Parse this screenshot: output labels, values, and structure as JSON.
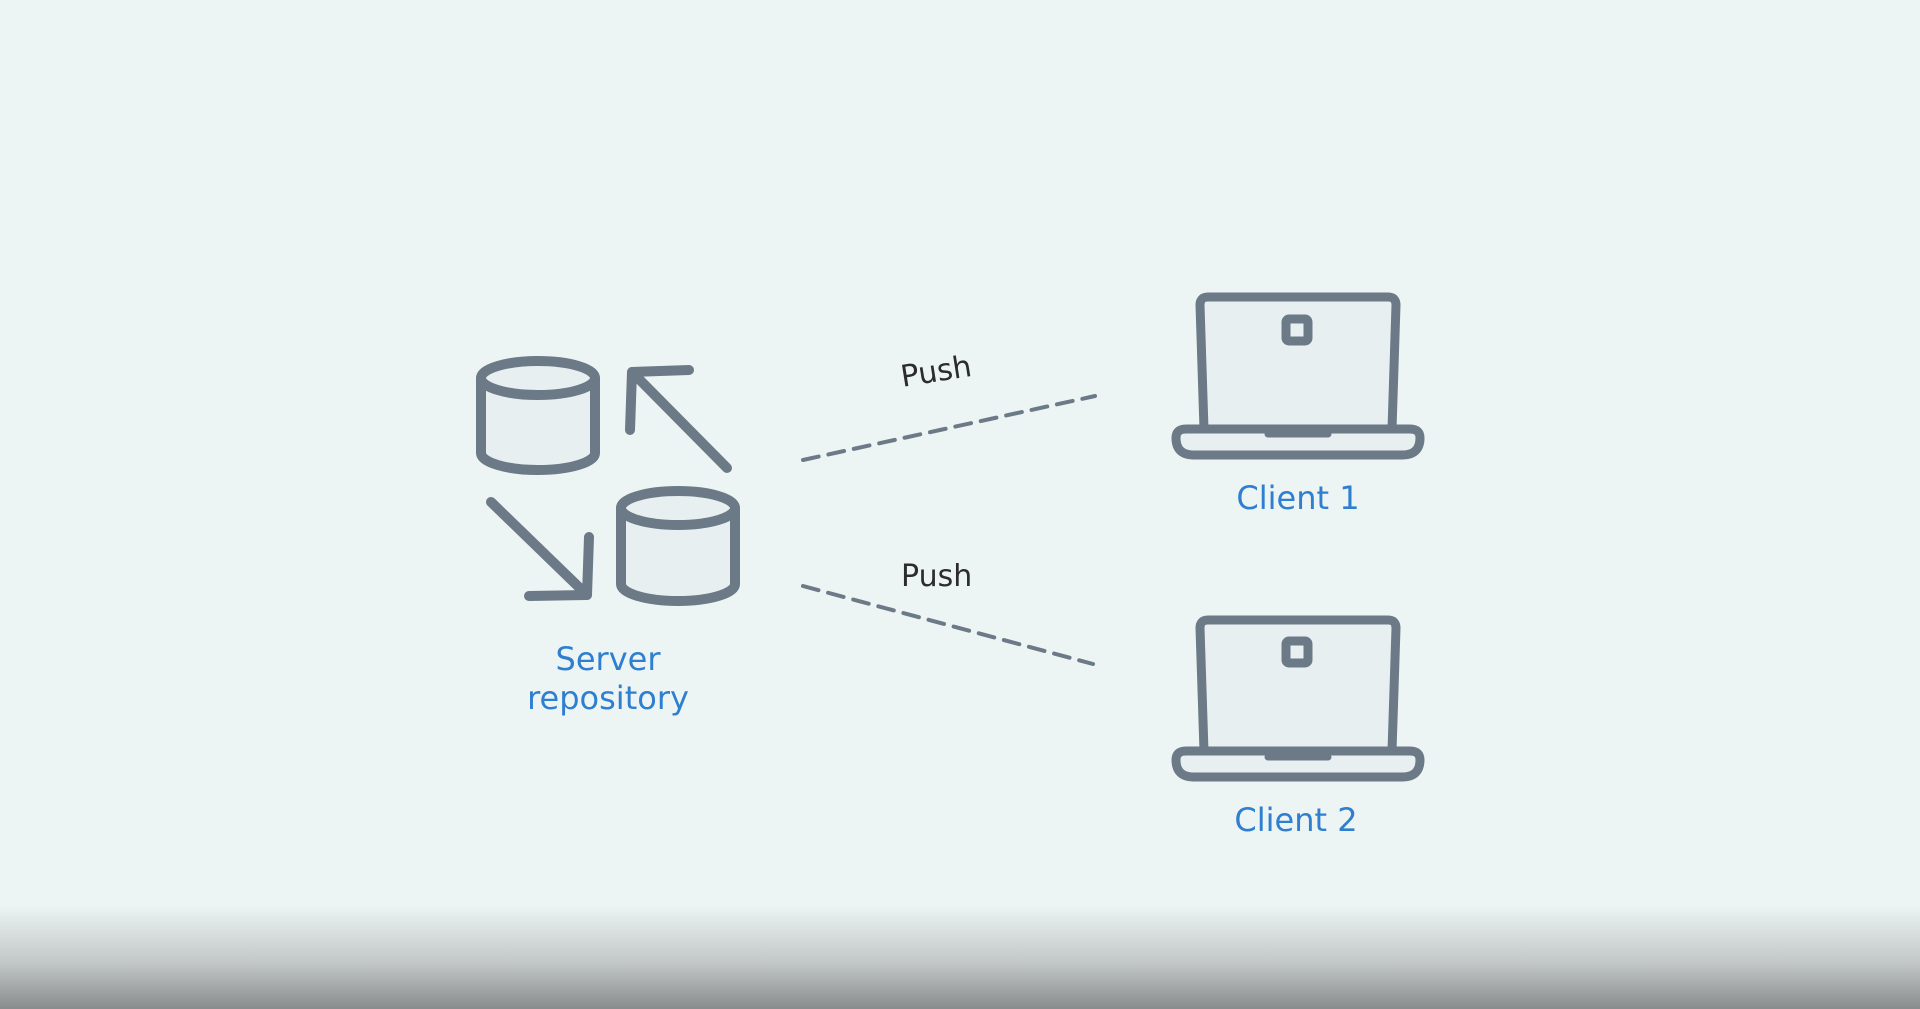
{
  "diagram": {
    "server": {
      "label_line1": "Server",
      "label_line2": "repository",
      "icon": "database-sync-icon"
    },
    "edges": [
      {
        "label": "Push",
        "from": "Server repository",
        "to": "Client 1",
        "style": "dashed"
      },
      {
        "label": "Push",
        "from": "Server repository",
        "to": "Client 2",
        "style": "dashed"
      }
    ],
    "clients": [
      {
        "label": "Client 1",
        "icon": "laptop-icon"
      },
      {
        "label": "Client 2",
        "icon": "laptop-icon"
      }
    ]
  },
  "colors": {
    "background": "#edf4f4",
    "icon_stroke": "#6b7a86",
    "node_label": "#2e7fd0",
    "edge_label": "#2c2c2c"
  }
}
